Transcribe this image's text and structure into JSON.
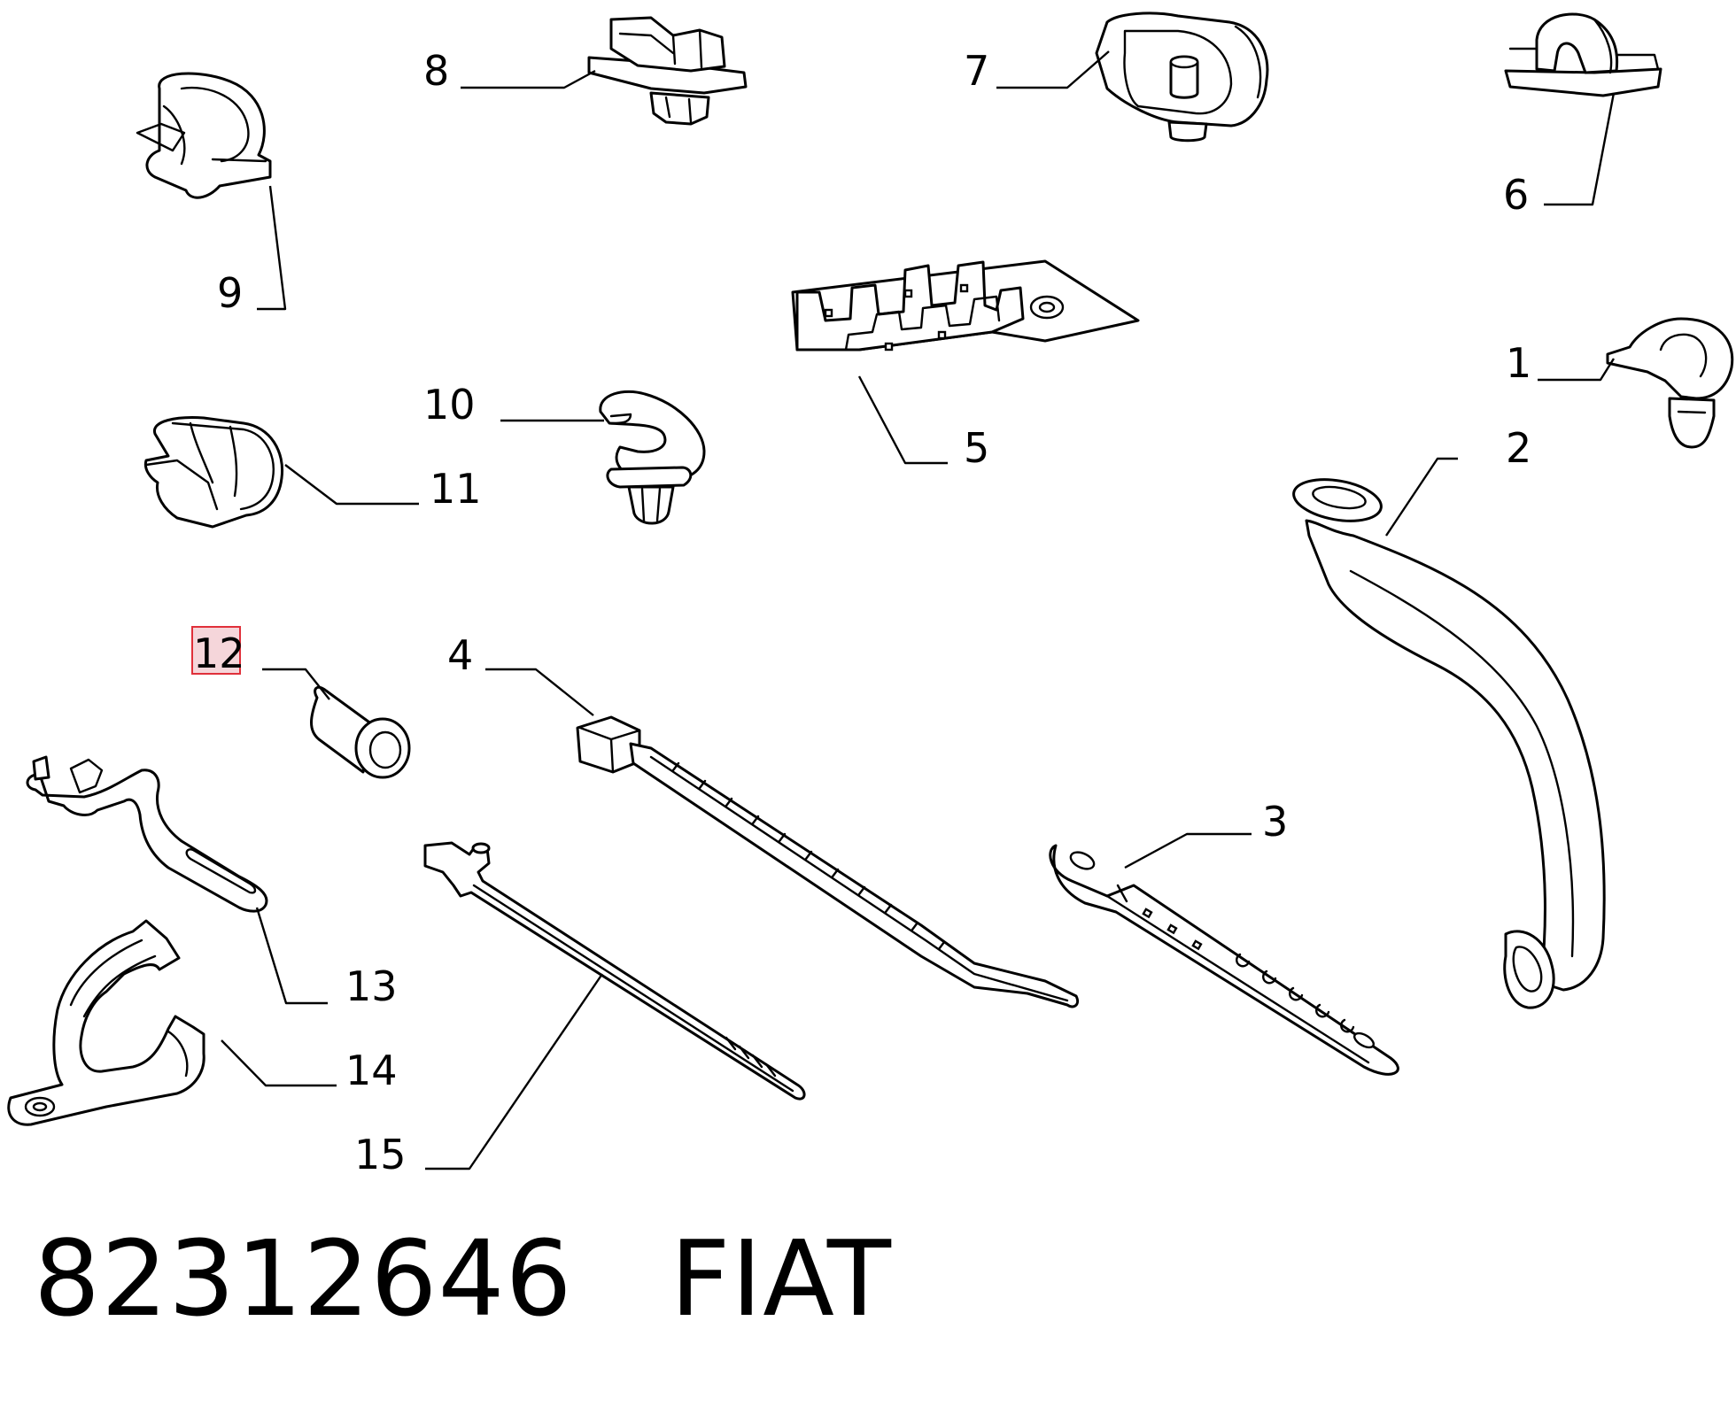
{
  "callouts": {
    "c1": "1",
    "c2": "2",
    "c3": "3",
    "c4": "4",
    "c5": "5",
    "c6": "6",
    "c7": "7",
    "c8": "8",
    "c9": "9",
    "c10": "10",
    "c11": "11",
    "c12": "12",
    "c13": "13",
    "c14": "14",
    "c15": "15"
  },
  "highlighted_callout": "12",
  "highlight_color": "#e0303a",
  "footer": {
    "part_number": "82312646",
    "brand": "FIAT"
  }
}
